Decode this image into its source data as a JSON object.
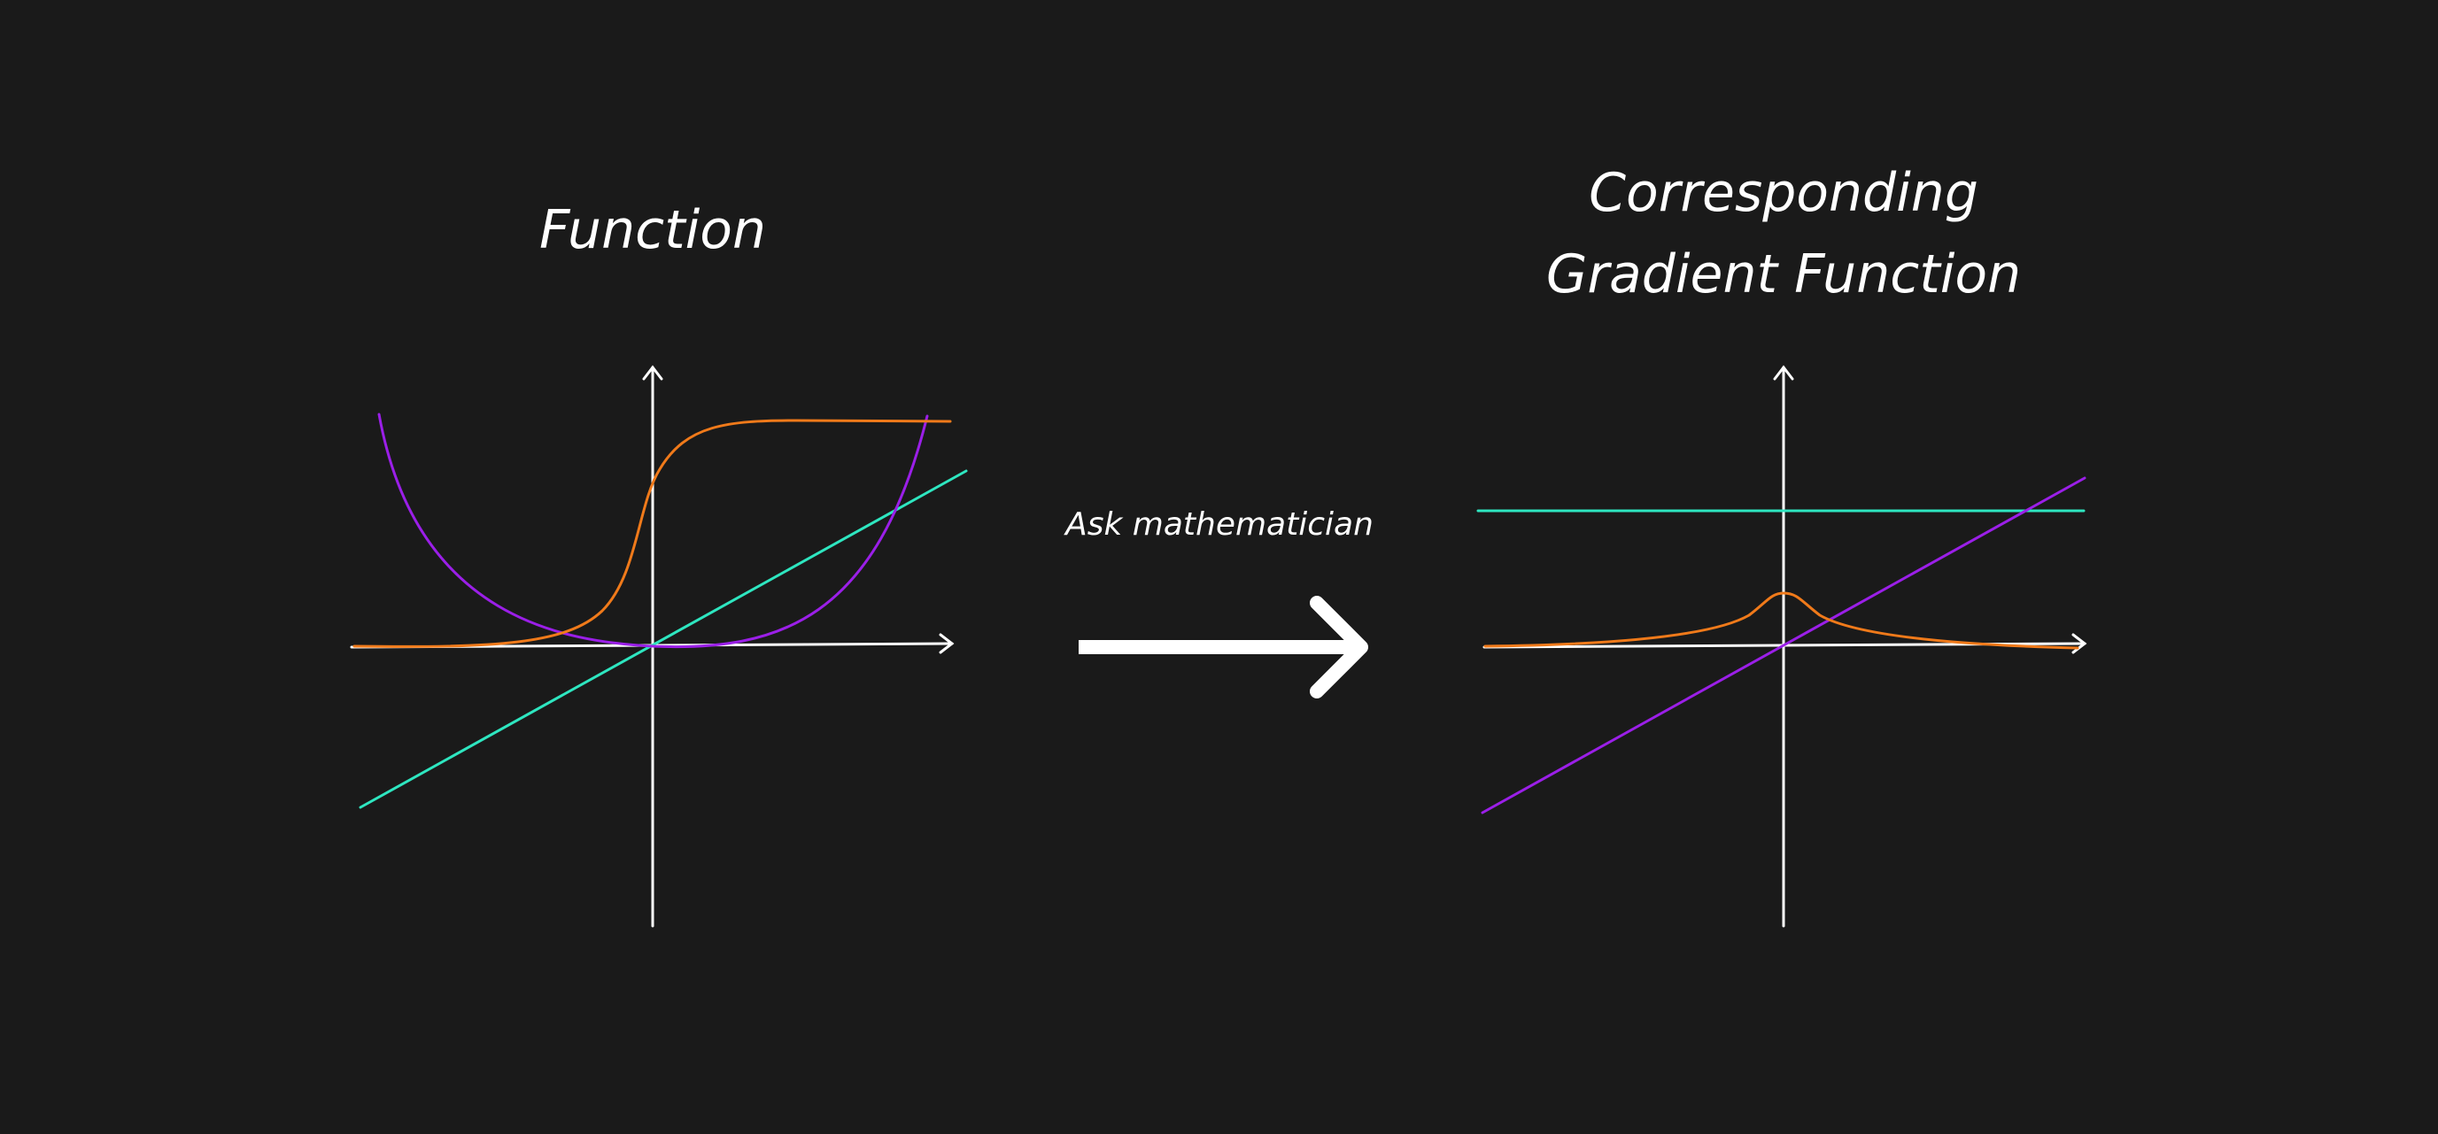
{
  "left_panel": {
    "title": "Function"
  },
  "right_panel": {
    "title_line1": "Corresponding",
    "title_line2": "Gradient Function"
  },
  "transition": {
    "label": "Ask mathematician",
    "icon": "right-arrow-icon"
  },
  "colors": {
    "background": "#1a1a1a",
    "axis": "#ffffff",
    "linear": "#2ee6c0",
    "quadratic": "#9b1fe8",
    "sigmoid": "#f07a1a"
  }
}
